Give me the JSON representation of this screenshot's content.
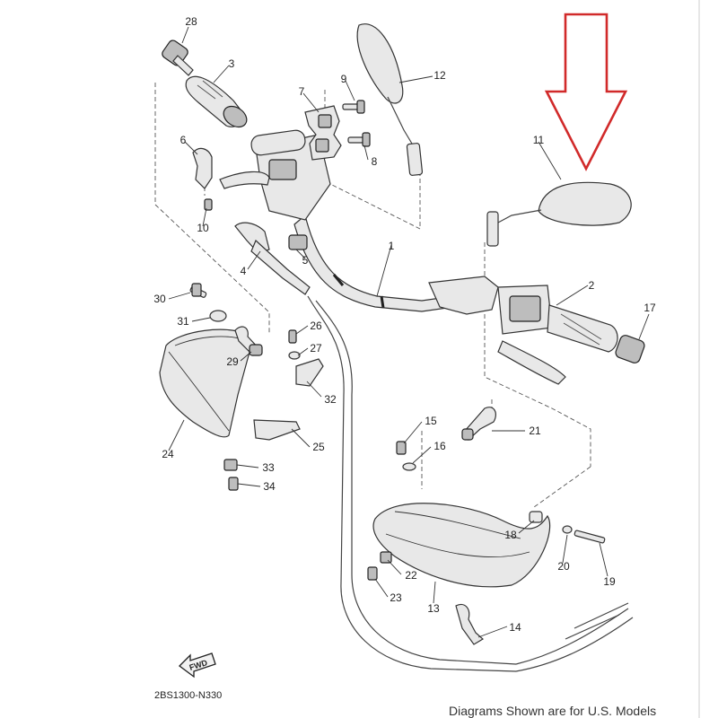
{
  "diagram": {
    "code": "2BS1300-N330",
    "footer_note": "Diagrams Shown are for U.S. Models",
    "fwd_label": "FWD",
    "accent_color": "#d12a2a",
    "callouts": [
      {
        "n": "28"
      },
      {
        "n": "3"
      },
      {
        "n": "12"
      },
      {
        "n": "9"
      },
      {
        "n": "7"
      },
      {
        "n": "6"
      },
      {
        "n": "8"
      },
      {
        "n": "11"
      },
      {
        "n": "10"
      },
      {
        "n": "5"
      },
      {
        "n": "4"
      },
      {
        "n": "1"
      },
      {
        "n": "2"
      },
      {
        "n": "30"
      },
      {
        "n": "31"
      },
      {
        "n": "17"
      },
      {
        "n": "26"
      },
      {
        "n": "27"
      },
      {
        "n": "29"
      },
      {
        "n": "32"
      },
      {
        "n": "21"
      },
      {
        "n": "15"
      },
      {
        "n": "16"
      },
      {
        "n": "24"
      },
      {
        "n": "25"
      },
      {
        "n": "33"
      },
      {
        "n": "34"
      },
      {
        "n": "18"
      },
      {
        "n": "20"
      },
      {
        "n": "19"
      },
      {
        "n": "22"
      },
      {
        "n": "23"
      },
      {
        "n": "13"
      },
      {
        "n": "14"
      }
    ]
  }
}
